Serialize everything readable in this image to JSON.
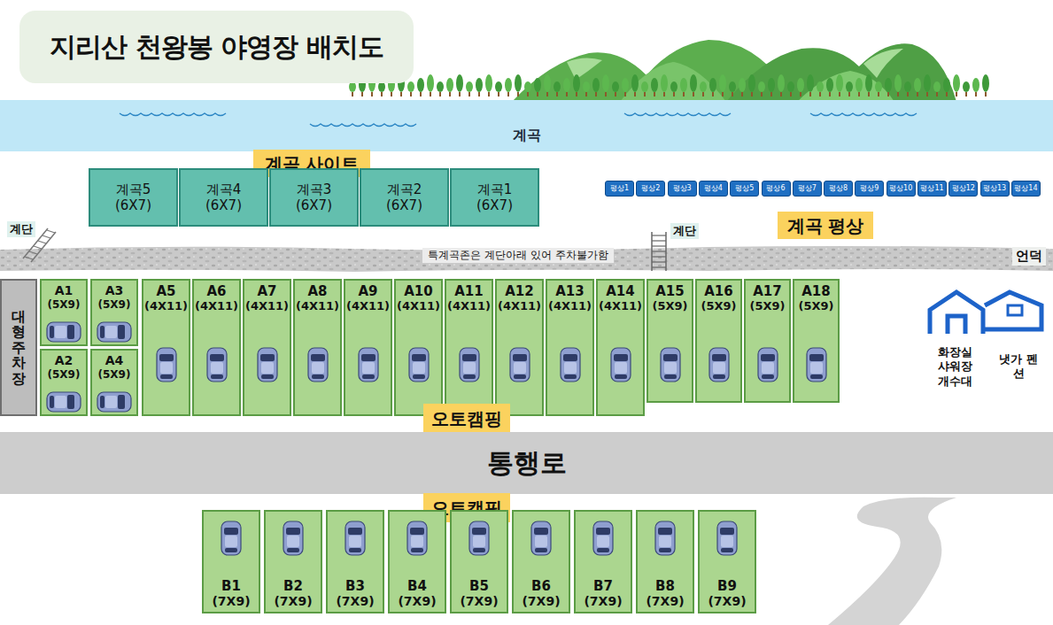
{
  "diagram": {
    "title": "지리산 천왕봉 야영장 배치도",
    "nodes": [
      {
        "text": [
          "계곡"
        ]
      },
      {
        "text": [
          "계곡 사이트"
        ]
      },
      {
        "text": [
          "계곡5",
          "(6X7)"
        ]
      },
      {
        "text": [
          "계곡4",
          "(6X7)"
        ]
      },
      {
        "text": [
          "계곡3",
          "(6X7)"
        ]
      },
      {
        "text": [
          "계곡2",
          "(6X7)"
        ]
      },
      {
        "text": [
          "계곡1",
          "(6X7)"
        ]
      },
      {
        "text": [
          "평상1"
        ]
      },
      {
        "text": [
          "평상2"
        ]
      },
      {
        "text": [
          "평상3"
        ]
      },
      {
        "text": [
          "평상4"
        ]
      },
      {
        "text": [
          "평상5"
        ]
      },
      {
        "text": [
          "평상6"
        ]
      },
      {
        "text": [
          "평상7"
        ]
      },
      {
        "text": [
          "평상8"
        ]
      },
      {
        "text": [
          "평상9"
        ]
      },
      {
        "text": [
          "평상10"
        ]
      },
      {
        "text": [
          "평상11"
        ]
      },
      {
        "text": [
          "평상12"
        ]
      },
      {
        "text": [
          "평상13"
        ]
      },
      {
        "text": [
          "평상14"
        ]
      },
      {
        "text": [
          "계곡 평상"
        ]
      },
      {
        "text": [
          "대형주차장"
        ]
      },
      {
        "text": [
          "A1",
          "(5X9)"
        ]
      },
      {
        "text": [
          "A3",
          "(5X9)"
        ]
      },
      {
        "text": [
          "A2",
          "(5X9)"
        ]
      },
      {
        "text": [
          "A4",
          "(5X9)"
        ]
      },
      {
        "text": [
          "A5",
          "(4X11)"
        ]
      },
      {
        "text": [
          "A6",
          "(4X11)"
        ]
      },
      {
        "text": [
          "A7",
          "(4X11)"
        ]
      },
      {
        "text": [
          "A8",
          "(4X11)"
        ]
      },
      {
        "text": [
          "A9",
          "(4X11)"
        ]
      },
      {
        "text": [
          "A10",
          "(4X11)"
        ]
      },
      {
        "text": [
          "A11",
          "(4X11)"
        ]
      },
      {
        "text": [
          "A12",
          "(4X11)"
        ]
      },
      {
        "text": [
          "A13",
          "(4X11)"
        ]
      },
      {
        "text": [
          "A14",
          "(4X11)"
        ]
      },
      {
        "text": [
          "A15",
          "(5X9)"
        ]
      },
      {
        "text": [
          "A16",
          "(5X9)"
        ]
      },
      {
        "text": [
          "A17",
          "(5X9)"
        ]
      },
      {
        "text": [
          "A18",
          "(5X9)"
        ]
      },
      {
        "text": [
          "오토캠핑"
        ]
      },
      {
        "text": [
          "통행로"
        ]
      },
      {
        "text": [
          "오토캠핑"
        ]
      },
      {
        "text": [
          "B1",
          "(7X9)"
        ]
      },
      {
        "text": [
          "B2",
          "(7X9)"
        ]
      },
      {
        "text": [
          "B3",
          "(7X9)"
        ]
      },
      {
        "text": [
          "B4",
          "(7X9)"
        ]
      },
      {
        "text": [
          "B5",
          "(7X9)"
        ]
      },
      {
        "text": [
          "B6",
          "(7X9)"
        ]
      },
      {
        "text": [
          "B7",
          "(7X9)"
        ]
      },
      {
        "text": [
          "B8",
          "(7X9)"
        ]
      },
      {
        "text": [
          "B9",
          "(7X9)"
        ]
      }
    ],
    "labels": [
      "계단",
      "계단",
      "특계곡존은 계단아래 있어 주차불가함",
      "언덕",
      "화장실 샤워장 개수대",
      "냇가 펜션"
    ]
  }
}
